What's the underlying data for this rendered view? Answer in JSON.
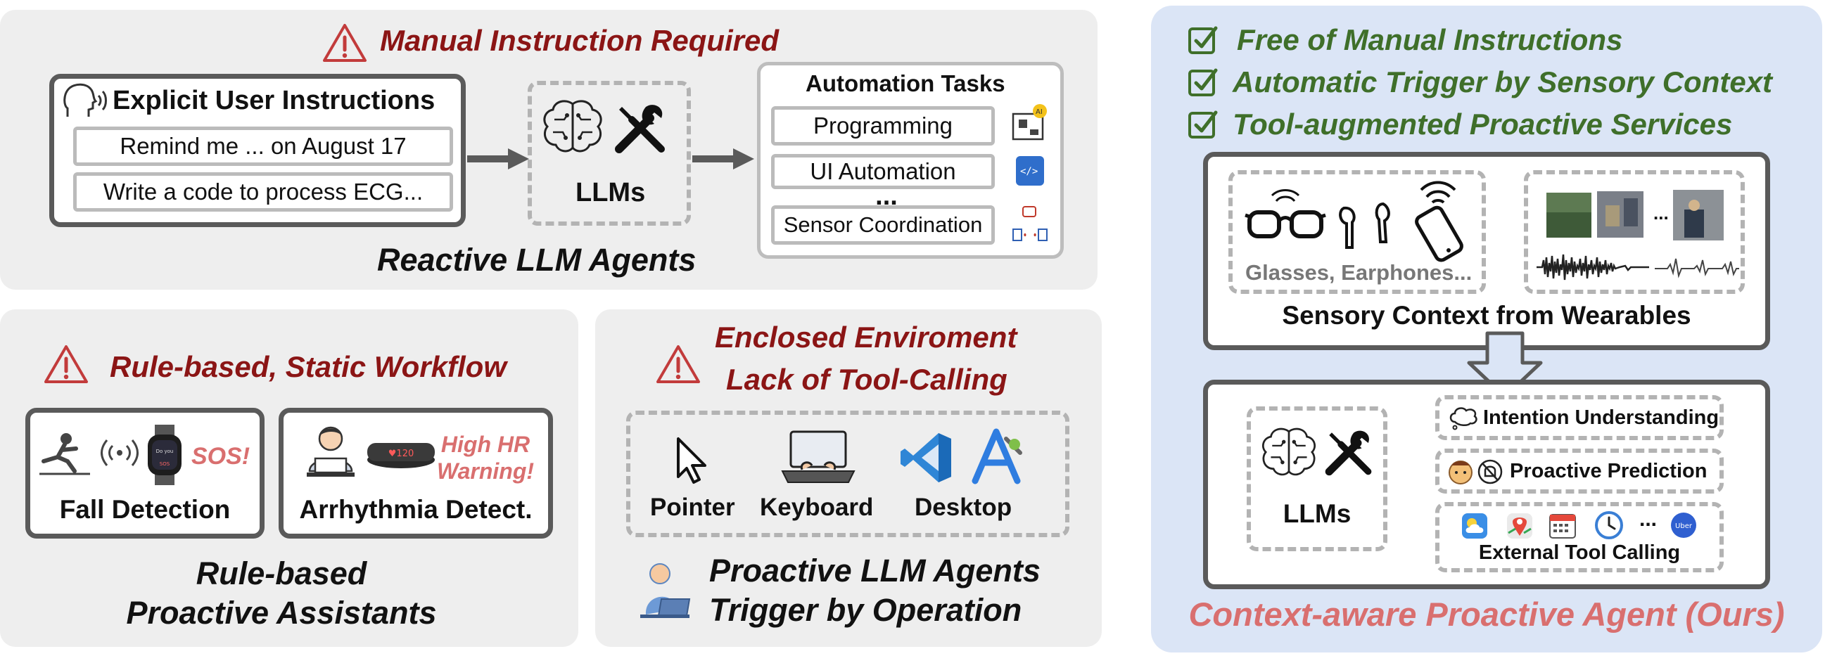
{
  "reactive": {
    "warning": "Manual Instruction Required",
    "user_box_title": "Explicit User Instructions",
    "instructions": [
      "Remind me ... on August 17",
      "Write a code to process ECG..."
    ],
    "llm_label": "LLMs",
    "tasks_title": "Automation Tasks",
    "tasks": [
      "Programming",
      "UI Automation",
      "...",
      "Sensor Coordination"
    ],
    "caption": "Reactive LLM Agents"
  },
  "rule_based": {
    "warning": "Rule-based, Static Workflow",
    "card1_label": "Fall Detection",
    "card1_alert": "SOS!",
    "card2_label": "Arrhythmia Detect.",
    "card2_alert_line1": "High HR",
    "card2_alert_line2": "Warning!",
    "band_text": "♥120 ",
    "caption_line1": "Rule-based",
    "caption_line2": "Proactive Assistants"
  },
  "enclosed": {
    "warning_line1": "Enclosed Enviroment",
    "warning_line2": "Lack of Tool-Calling",
    "tools": [
      "Pointer",
      "Keyboard",
      "Desktop"
    ],
    "caption_line1": "Proactive LLM Agents",
    "caption_line2": "Trigger by Operation"
  },
  "ours": {
    "checks": [
      "Free of Manual Instructions",
      "Automatic Trigger by Sensory Context",
      "Tool-augmented Proactive Services"
    ],
    "devices_label": "Glasses, Earphones...",
    "frames_ellipsis": "...",
    "sensory_title": "Sensory Context from Wearables",
    "llm_label": "LLMs",
    "modules": [
      "Intention Understanding",
      "Proactive Prediction",
      "External Tool Calling"
    ],
    "tools_ellipsis": "...",
    "uber_text": "Uber",
    "caption": "Context-aware Proactive Agent (Ours)"
  },
  "colors": {
    "warning_red": "#8b1515",
    "check_green": "#3f6f2a",
    "ours_caption": "#d96f6f",
    "panel_gray": "#eeeeee",
    "panel_blue": "#dbe5f6"
  }
}
